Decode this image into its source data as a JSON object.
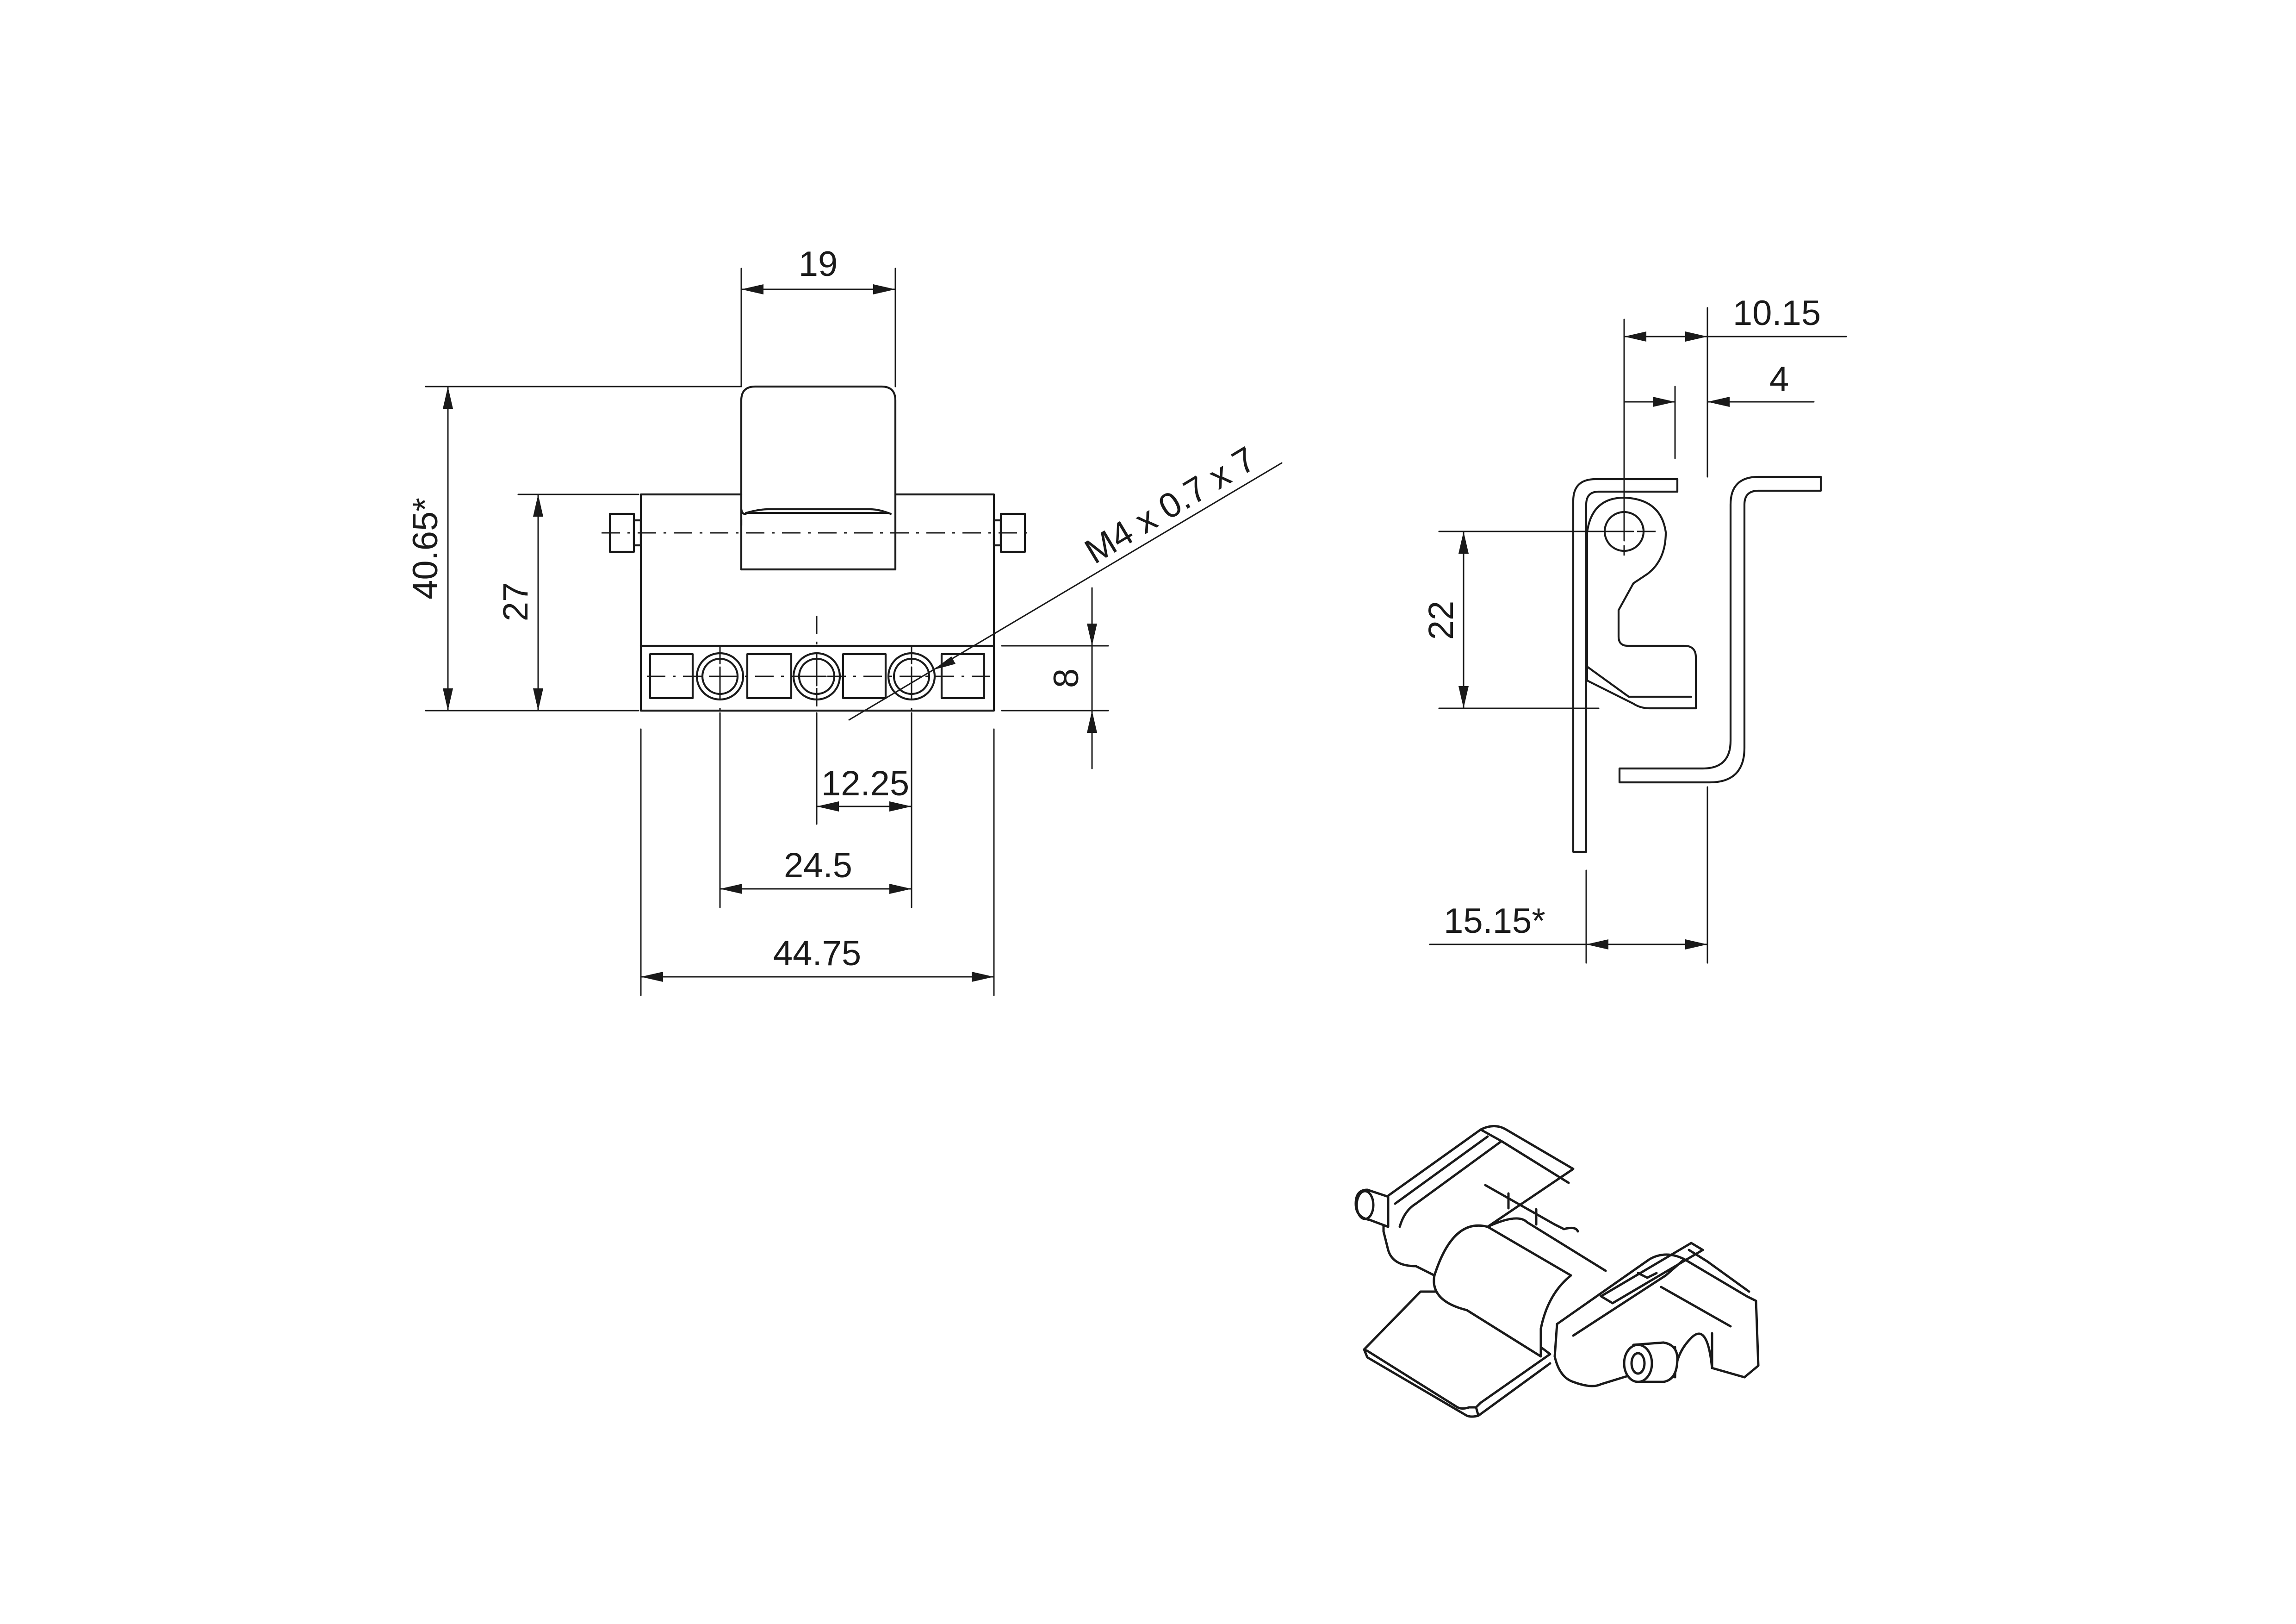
{
  "front_view": {
    "width_19": "19",
    "height_40_65": "40.65*",
    "height_27": "27",
    "height_8": "8",
    "thread_callout": "M4 x 0.7 x 7",
    "pitch_12_25": "12.25",
    "pitch_24_5": "24.5",
    "width_44_75": "44.75"
  },
  "side_view": {
    "offset_10_15": "10.15",
    "offset_4": "4",
    "height_22": "22",
    "depth_15_15": "15.15*"
  }
}
